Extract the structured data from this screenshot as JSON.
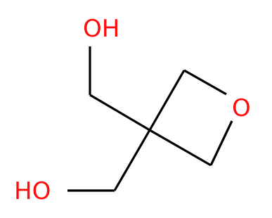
{
  "molecule": {
    "atoms": {
      "oh_top": "OH",
      "ring_oxygen": "O",
      "oh_bottom": "HO"
    },
    "colors": {
      "bond": "#000000",
      "oxygen": "#ff0d0d"
    }
  }
}
